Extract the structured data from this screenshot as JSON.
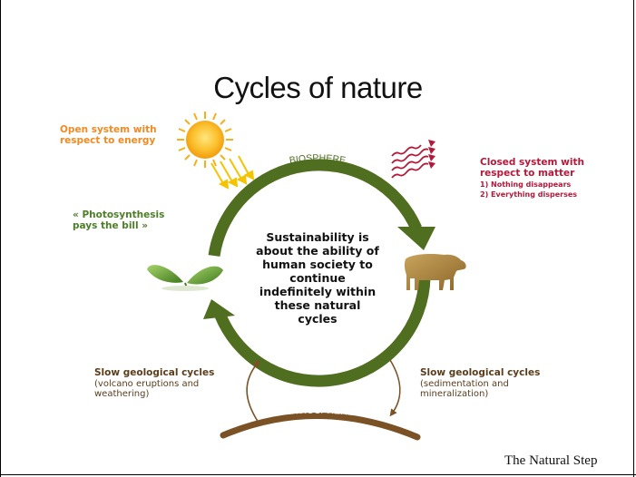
{
  "title": "Cycles of nature",
  "annotations": {
    "open_energy": [
      "Open system with",
      "respect to energy"
    ],
    "photosynthesis": [
      "« Photosynthesis",
      "pays the bill »"
    ],
    "closed_matter": {
      "heading": [
        "Closed system with",
        "respect to matter"
      ],
      "items": [
        "1) Nothing disappears",
        "2) Everything disperses"
      ]
    },
    "geo_left": {
      "heading": "Slow geological cycles",
      "detail": [
        "(volcano eruptions and",
        "weathering)"
      ]
    },
    "geo_right": {
      "heading": "Slow geological cycles",
      "detail": [
        "(sedimentation and",
        "mineralization)"
      ]
    }
  },
  "center": [
    "Sustainability is",
    "about the ability of",
    "human society to",
    "continue",
    "indefinitely within",
    "these natural",
    "cycles"
  ],
  "arc_labels": {
    "biosphere": "BIOSPHERE",
    "lithosphere": "LITHOSPHERE"
  },
  "credit": "The Natural Step",
  "colors": {
    "cycle_green": "#4f6e1f",
    "energy_orange": "#f08a24",
    "matter_red": "#b2193a",
    "geo_brown": "#5a3d1c",
    "litho_brown": "#7a5226"
  },
  "icons": [
    "sun-icon",
    "heat-waves-icon",
    "leaves-icon",
    "cow-icon"
  ]
}
